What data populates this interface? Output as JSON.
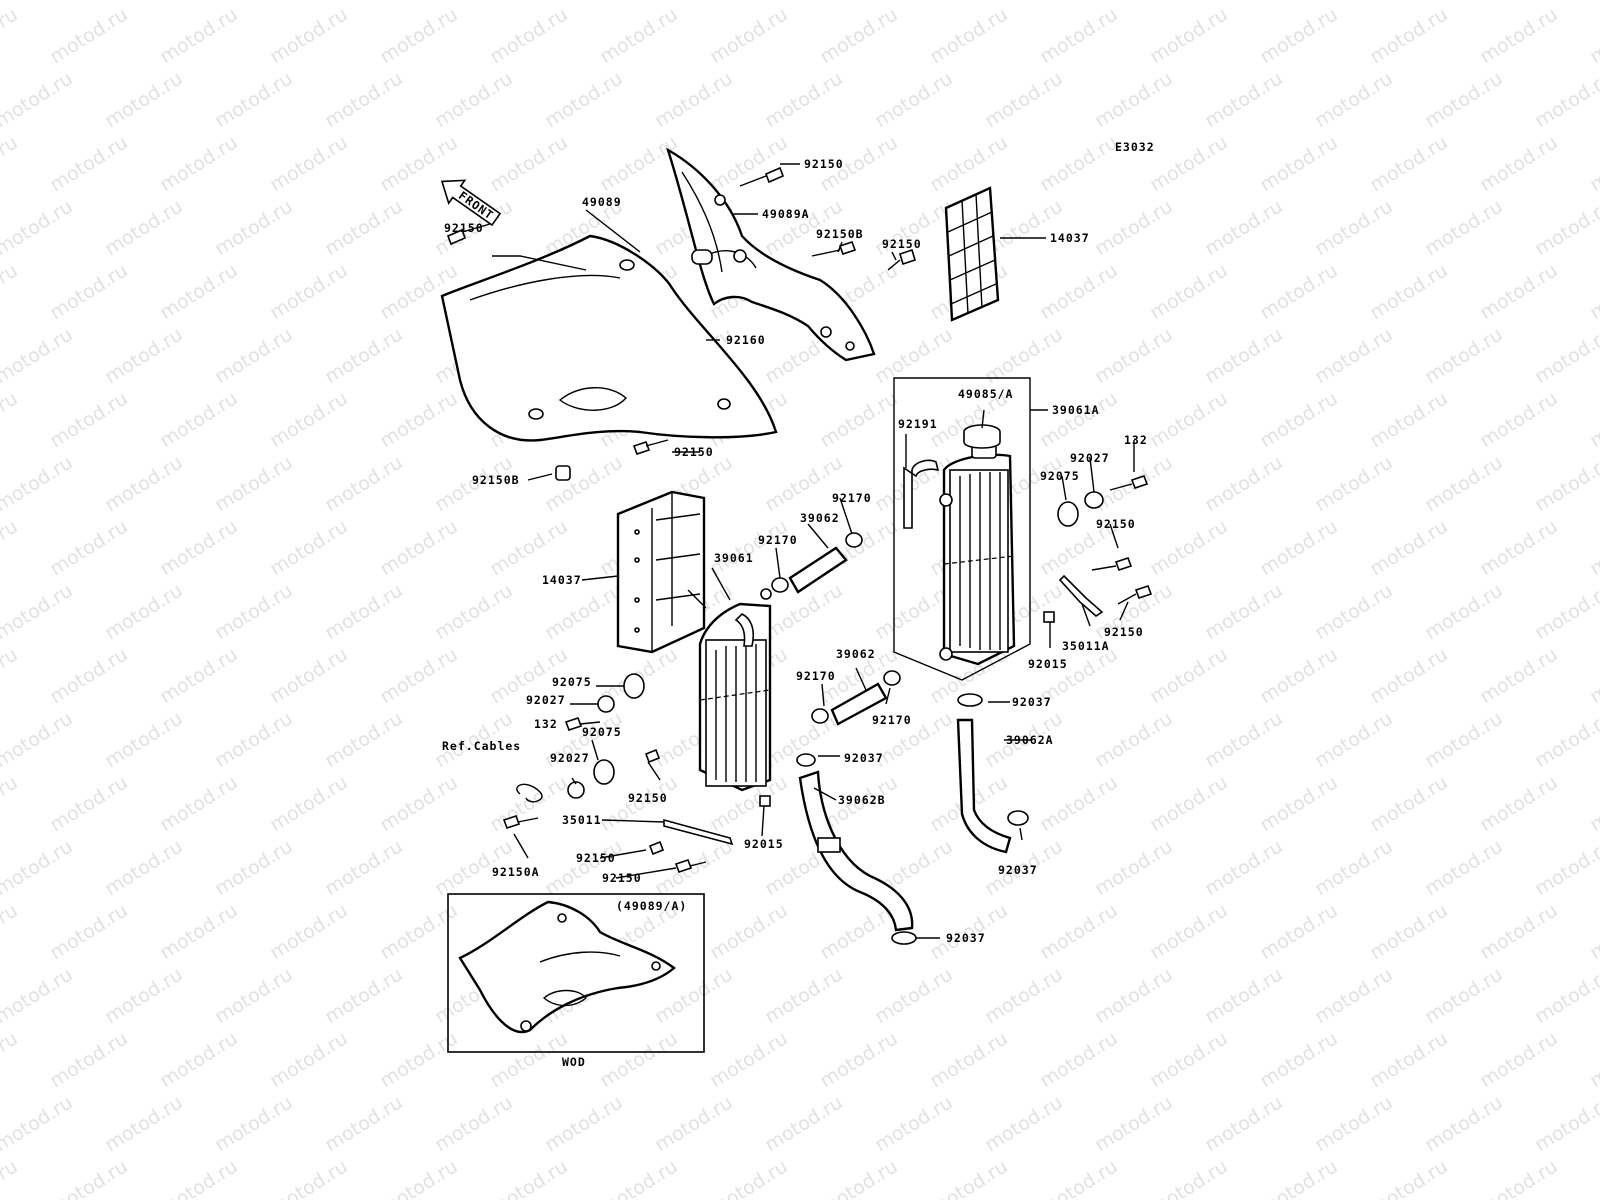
{
  "diagram": {
    "code": "E3032",
    "front_label": "FRONT",
    "watermark": "motod.ru",
    "inset_title": "(49089/A)",
    "inset_caption": "WOD",
    "ref_cables": "Ref.Cables",
    "labels": {
      "l_92150_top": "92150",
      "l_49089A": "49089A",
      "l_49089": "49089",
      "l_92150_left": "92150",
      "l_92150B_top": "92150B",
      "l_92150_mid": "92150",
      "l_14037_right": "14037",
      "l_92160": "92160",
      "l_49085A": "49085/A",
      "l_39061A": "39061A",
      "l_92191": "92191",
      "l_92150_shroud": "92150",
      "l_92150B_left": "92150B",
      "l_132_right": "132",
      "l_92027_right": "92027",
      "l_92075_right": "92075",
      "l_92170_a": "92170",
      "l_39062_top": "39062",
      "l_92170_b": "92170",
      "l_92150_r1": "92150",
      "l_39061": "39061",
      "l_14037_left": "14037",
      "l_92150_r2": "92150",
      "l_35011A": "35011A",
      "l_92015_right": "92015",
      "l_39062_mid": "39062",
      "l_92170_c": "92170",
      "l_92170_d": "92170",
      "l_92037_r1": "92037",
      "l_92075_l1": "92075",
      "l_92027_l1": "92027",
      "l_132_left": "132",
      "l_92075_l2": "92075",
      "l_39062A": "39062A",
      "l_92027_l2": "92027",
      "l_92037_mid": "92037",
      "l_92150_low": "92150",
      "l_39062B": "39062B",
      "l_35011": "35011",
      "l_92015_left": "92015",
      "l_92150_b1": "92150",
      "l_92150A": "92150A",
      "l_92150_b2": "92150",
      "l_92037_r2": "92037",
      "l_92037_bottom": "92037"
    }
  }
}
